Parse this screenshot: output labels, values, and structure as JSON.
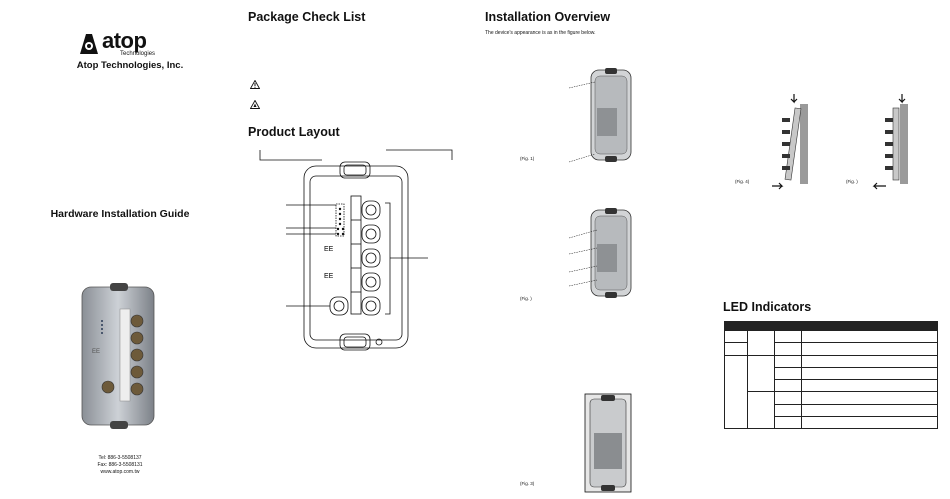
{
  "logo": {
    "word": "atop",
    "sub": "Technologies"
  },
  "company": "Atop Technologies, Inc.",
  "guide_title": "Hardware Installation Guide",
  "contact": {
    "tel": "Tel: 886-3-5508137",
    "fax": "Fax: 886-3-5508131",
    "web": "www.atop.com.tw"
  },
  "package": {
    "title": "Package Check List"
  },
  "layout": {
    "title": "Product Layout"
  },
  "install": {
    "title": "Installation Overview",
    "intro": "The device's appearance is as in the figure below."
  },
  "figs": {
    "fig1": "(Fig. 1)",
    "fig2": "(Fig.  )",
    "fig3": "(Fig. 3)",
    "fig4": "(Fig. 4)",
    "fig5": "(Fig.  )"
  },
  "led": {
    "title": "LED Indicators"
  }
}
